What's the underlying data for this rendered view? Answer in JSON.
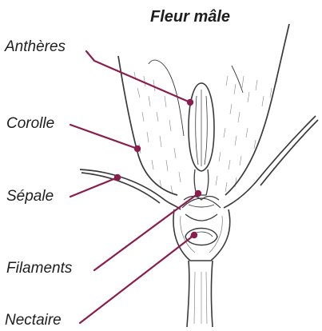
{
  "title": "Fleur mâle",
  "labels": {
    "antheres": "Anthères",
    "corolle": "Corolle",
    "sepale": "Sépale",
    "filaments": "Filaments",
    "nectaire": "Nectaire"
  },
  "colors": {
    "leader": "#8b1d4e",
    "ink": "#3a3a3a",
    "text": "#1e1e1e"
  }
}
